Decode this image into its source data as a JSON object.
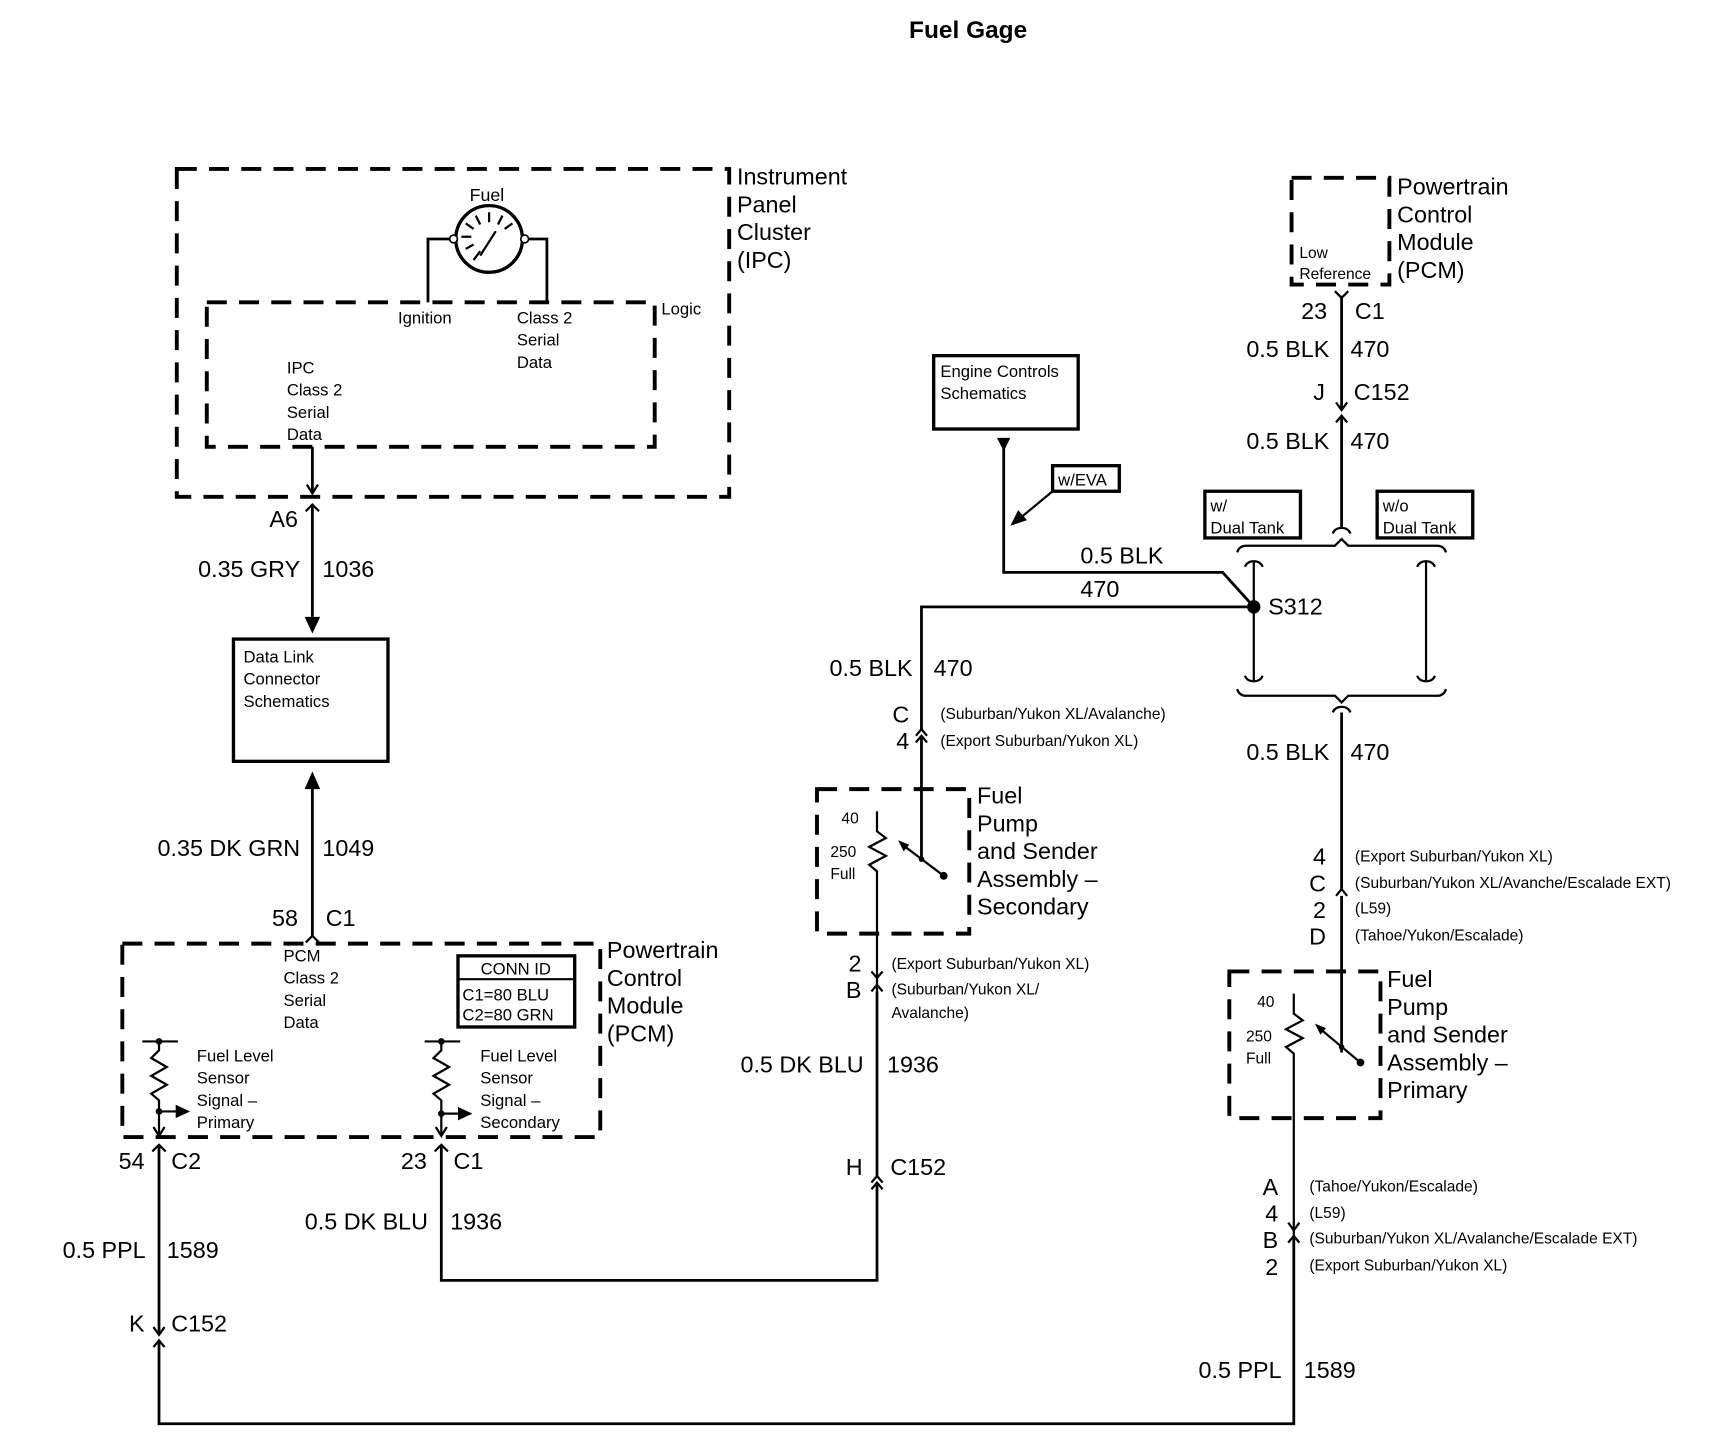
{
  "title": "Fuel Gage",
  "ipc": {
    "name_lines": [
      "Instrument",
      "Panel",
      "Cluster",
      "(IPC)"
    ],
    "gauge_label": "Fuel",
    "logic_label": "Logic",
    "ignition_label": "Ignition",
    "class2_lines": [
      "Class 2",
      "Serial",
      "Data"
    ],
    "ipc_class2_lines": [
      "IPC",
      "Class 2",
      "Serial",
      "Data"
    ],
    "connector_pin": "A6"
  },
  "wires": {
    "gry": {
      "gauge_color": "0.35 GRY",
      "circuit": "1036"
    },
    "dkgrn": {
      "gauge_color": "0.35 DK GRN",
      "circuit": "1049"
    },
    "ppl_left": {
      "gauge_color": "0.5 PPL",
      "circuit": "1589"
    },
    "ppl_right": {
      "gauge_color": "0.5 PPL",
      "circuit": "1589"
    },
    "dkblu_left": {
      "gauge_color": "0.5 DK BLU",
      "circuit": "1936"
    },
    "dkblu_mid": {
      "gauge_color": "0.5 DK BLU",
      "circuit": "1936"
    },
    "blk_pcm_top": {
      "gauge_color": "0.5 BLK",
      "circuit": "470"
    },
    "blk_pcm_below_c152": {
      "gauge_color": "0.5 BLK",
      "circuit": "470"
    },
    "blk_eva": {
      "gauge_color": "0.5 BLK",
      "circuit": "470"
    },
    "blk_secondary": {
      "gauge_color": "0.5 BLK",
      "circuit": "470"
    },
    "blk_primary": {
      "gauge_color": "0.5 BLK",
      "circuit": "470"
    }
  },
  "dlc_box": {
    "lines": [
      "Data Link",
      "Connector",
      "Schematics"
    ]
  },
  "engine_box": {
    "lines": [
      "Engine Controls",
      "Schematics"
    ]
  },
  "option_tags": {
    "w_eva": "w/EVA",
    "w_dual": [
      "w/",
      "Dual Tank"
    ],
    "wo_dual": [
      "w/o",
      "Dual Tank"
    ]
  },
  "splice": "S312",
  "pcm_left": {
    "name_lines": [
      "Powertrain",
      "Control",
      "Module",
      "(PCM)"
    ],
    "top_pin": "58",
    "top_conn": "C1",
    "class2_lines": [
      "PCM",
      "Class 2",
      "Serial",
      "Data"
    ],
    "conn_id_title": "CONN ID",
    "conn_id_lines": [
      "C1=80 BLU",
      "C2=80 GRN"
    ],
    "sensor_primary_lines": [
      "Fuel Level",
      "Sensor",
      "Signal –",
      "Primary"
    ],
    "sensor_secondary_lines": [
      "Fuel Level",
      "Sensor",
      "Signal –",
      "Secondary"
    ],
    "pin_primary": "54",
    "conn_primary": "C2",
    "pin_secondary": "23",
    "conn_secondary": "C1"
  },
  "pcm_right": {
    "name_lines": [
      "Powertrain",
      "Control",
      "Module",
      "(PCM)"
    ],
    "inner_lines": [
      "Low",
      "Reference"
    ],
    "pin": "23",
    "conn": "C1",
    "c152_pin": "J",
    "c152": "C152"
  },
  "c152_h": {
    "pin": "H",
    "conn": "C152"
  },
  "c152_k": {
    "pin": "K",
    "conn": "C152"
  },
  "secondary_sender": {
    "name_lines": [
      "Fuel",
      "Pump",
      "and Sender",
      "Assembly –",
      "Secondary"
    ],
    "res_top": "40",
    "res_mid": "250",
    "res_bot": "Full",
    "top_pins": [
      "C",
      "4"
    ],
    "top_notes": [
      "(Suburban/Yukon XL/Avalanche)",
      "(Export Suburban/Yukon XL)"
    ],
    "bottom_pins": [
      "2",
      "B"
    ],
    "bottom_notes": [
      "(Export Suburban/Yukon XL)",
      "(Suburban/Yukon XL/",
      "Avalanche)"
    ]
  },
  "primary_sender": {
    "name_lines": [
      "Fuel",
      "Pump",
      "and Sender",
      "Assembly –",
      "Primary"
    ],
    "res_top": "40",
    "res_mid": "250",
    "res_bot": "Full",
    "top_pins": [
      "4",
      "C",
      "2",
      "D"
    ],
    "top_notes": [
      "(Export Suburban/Yukon XL)",
      "(Suburban/Yukon XL/Avanche/Escalade EXT)",
      "(L59)",
      "(Tahoe/Yukon/Escalade)"
    ],
    "bottom_pins": [
      "A",
      "4",
      "B",
      "2"
    ],
    "bottom_notes": [
      "(Tahoe/Yukon/Escalade)",
      "(L59)",
      "(Suburban/Yukon XL/Avalanche/Escalade EXT)",
      "(Export Suburban/Yukon XL)"
    ]
  }
}
